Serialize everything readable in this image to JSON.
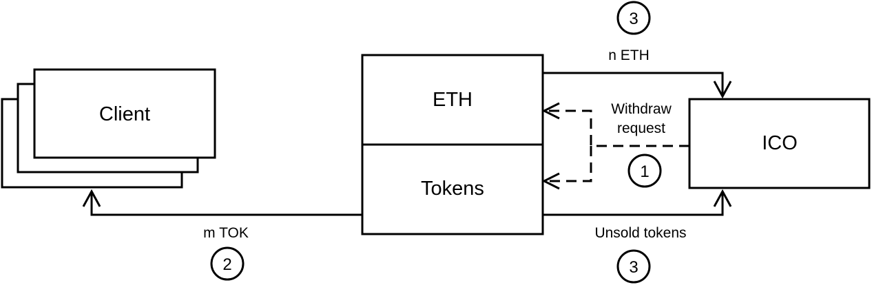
{
  "nodes": {
    "client": "Client",
    "eth": "ETH",
    "tokens": "Tokens",
    "ico": "ICO"
  },
  "labels": {
    "n_eth": "n ETH",
    "withdraw_line1": "Withdraw",
    "withdraw_line2": "request",
    "m_tok": "m TOK",
    "unsold_tokens": "Unsold tokens"
  },
  "steps": {
    "top": "3",
    "withdraw": "1",
    "client_transfer": "2",
    "bottom": "3"
  }
}
